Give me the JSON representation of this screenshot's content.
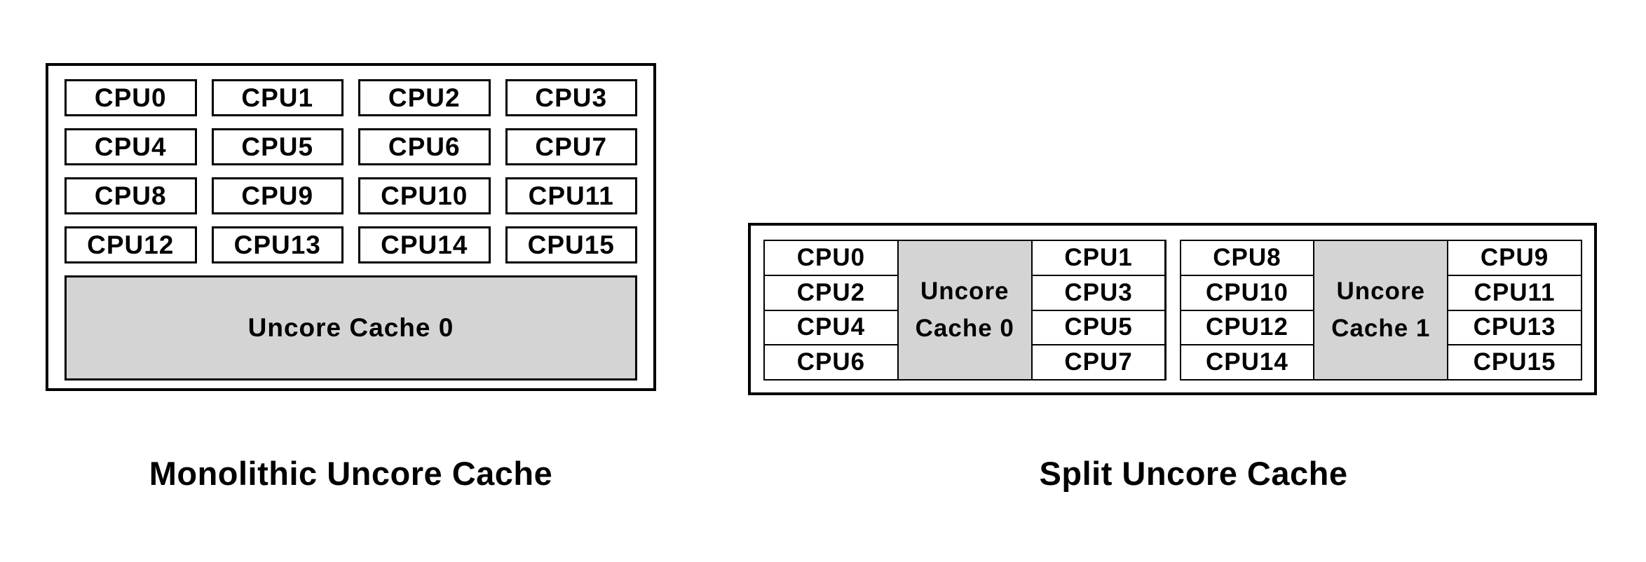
{
  "monolithic": {
    "caption": "Monolithic Uncore Cache",
    "cpus": [
      "CPU0",
      "CPU1",
      "CPU2",
      "CPU3",
      "CPU4",
      "CPU5",
      "CPU6",
      "CPU7",
      "CPU8",
      "CPU9",
      "CPU10",
      "CPU11",
      "CPU12",
      "CPU13",
      "CPU14",
      "CPU15"
    ],
    "uncore_label": "Uncore Cache 0"
  },
  "split": {
    "caption": "Split Uncore Cache",
    "clusters": [
      {
        "left_cpus": [
          "CPU0",
          "CPU2",
          "CPU4",
          "CPU6"
        ],
        "cache_label": "Uncore Cache 0",
        "right_cpus": [
          "CPU1",
          "CPU3",
          "CPU5",
          "CPU7"
        ]
      },
      {
        "left_cpus": [
          "CPU8",
          "CPU10",
          "CPU12",
          "CPU14"
        ],
        "cache_label": "Uncore Cache 1",
        "right_cpus": [
          "CPU9",
          "CPU11",
          "CPU13",
          "CPU15"
        ]
      }
    ]
  },
  "colors": {
    "cache_fill": "#d4d4d4",
    "border": "#000000",
    "background": "#ffffff"
  }
}
